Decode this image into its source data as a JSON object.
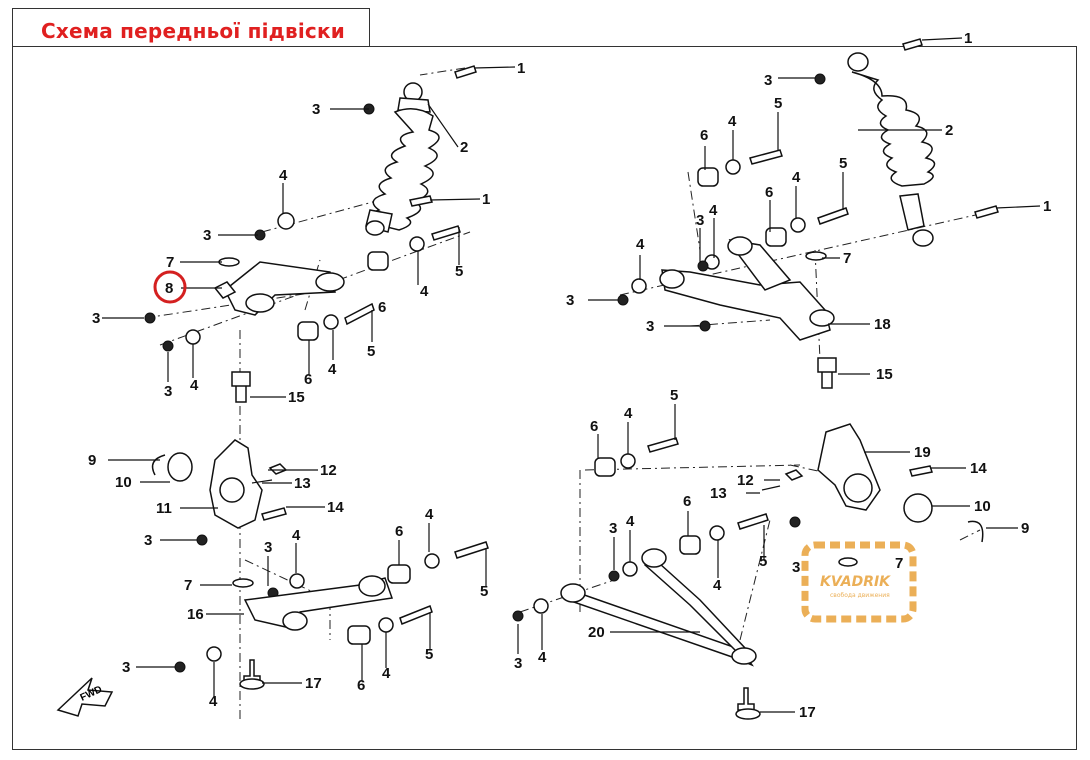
{
  "title": "Схема передньої підвіски",
  "fwd_label": "FWD",
  "watermark": {
    "brand": "KVADRIK",
    "tagline": "свобода движения",
    "color": "#e8a23a"
  },
  "highlight_color": "#d42020",
  "callouts": {
    "c1": "1",
    "c2": "2",
    "c3": "3",
    "c4": "4",
    "c5": "5",
    "c6": "6",
    "c7": "7",
    "c8": "8",
    "c9": "9",
    "c10": "10",
    "c11": "11",
    "c12": "12",
    "c13": "13",
    "c14": "14",
    "c15": "15",
    "c16": "16",
    "c17": "17",
    "c18": "18",
    "c19": "19",
    "c20": "20"
  }
}
